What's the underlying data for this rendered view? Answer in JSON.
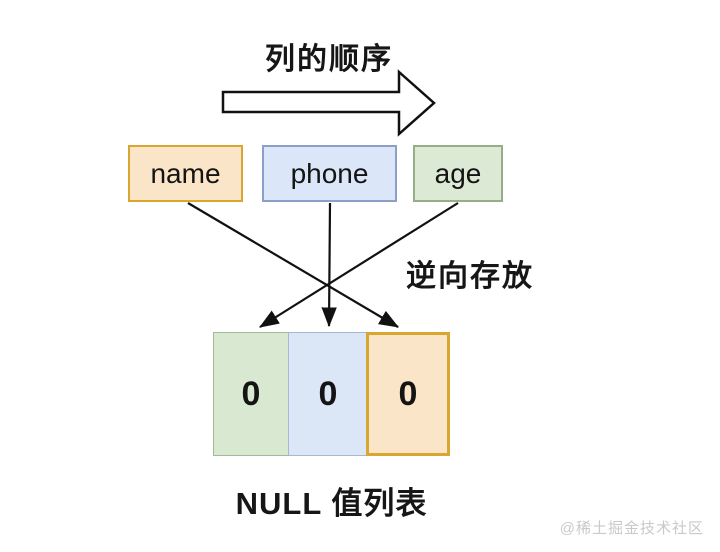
{
  "diagram": {
    "title": "列的顺序",
    "side_label": "逆向存放",
    "bottom_label": "NULL 值列表",
    "watermark": "@稀土掘金技术社区",
    "colors": {
      "orange_fill": "#fbe5c8",
      "orange_border": "#d9a630",
      "blue_fill": "#dbe7f8",
      "blue_border": "#8d9fc7",
      "green_fill": "#dcead5",
      "green_border": "#96ae88",
      "line": "#111111"
    },
    "columns": [
      {
        "label": "name",
        "fill": "#fbe5c8",
        "border": "#d9a630",
        "border_width": "2px"
      },
      {
        "label": "phone",
        "fill": "#dbe7f8",
        "border": "#8d9fc7",
        "border_width": "2px"
      },
      {
        "label": "age",
        "fill": "#dcead5",
        "border": "#96ae88",
        "border_width": "2px"
      }
    ],
    "null_cells": [
      {
        "value": "0",
        "fill": "#d9e8d0",
        "border": "#a3bb95",
        "border_width": "1.5px"
      },
      {
        "value": "0",
        "fill": "#dbe6f7",
        "border": "#a6b7d4",
        "border_width": "1.5px"
      },
      {
        "value": "0",
        "fill": "#fbe5c8",
        "border": "#d9a630",
        "border_width": "3px"
      }
    ],
    "mappings": [
      {
        "from": "name",
        "to": "slot-3"
      },
      {
        "from": "phone",
        "to": "slot-2"
      },
      {
        "from": "age",
        "to": "slot-1"
      }
    ]
  }
}
